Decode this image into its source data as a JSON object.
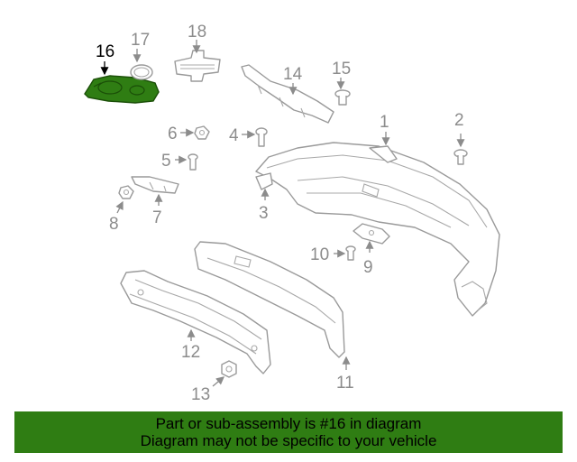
{
  "diagram": {
    "highlight_color": "#2f7d13",
    "highlighted_part": "16",
    "callouts": [
      "1",
      "2",
      "3",
      "4",
      "5",
      "6",
      "7",
      "8",
      "9",
      "10",
      "11",
      "12",
      "13",
      "14",
      "15",
      "16",
      "17",
      "18"
    ]
  },
  "banner": {
    "line1": "Part or sub-assembly is #16 in diagram",
    "line2": "Diagram may not be specific to your vehicle",
    "background": "#2f7d13"
  }
}
